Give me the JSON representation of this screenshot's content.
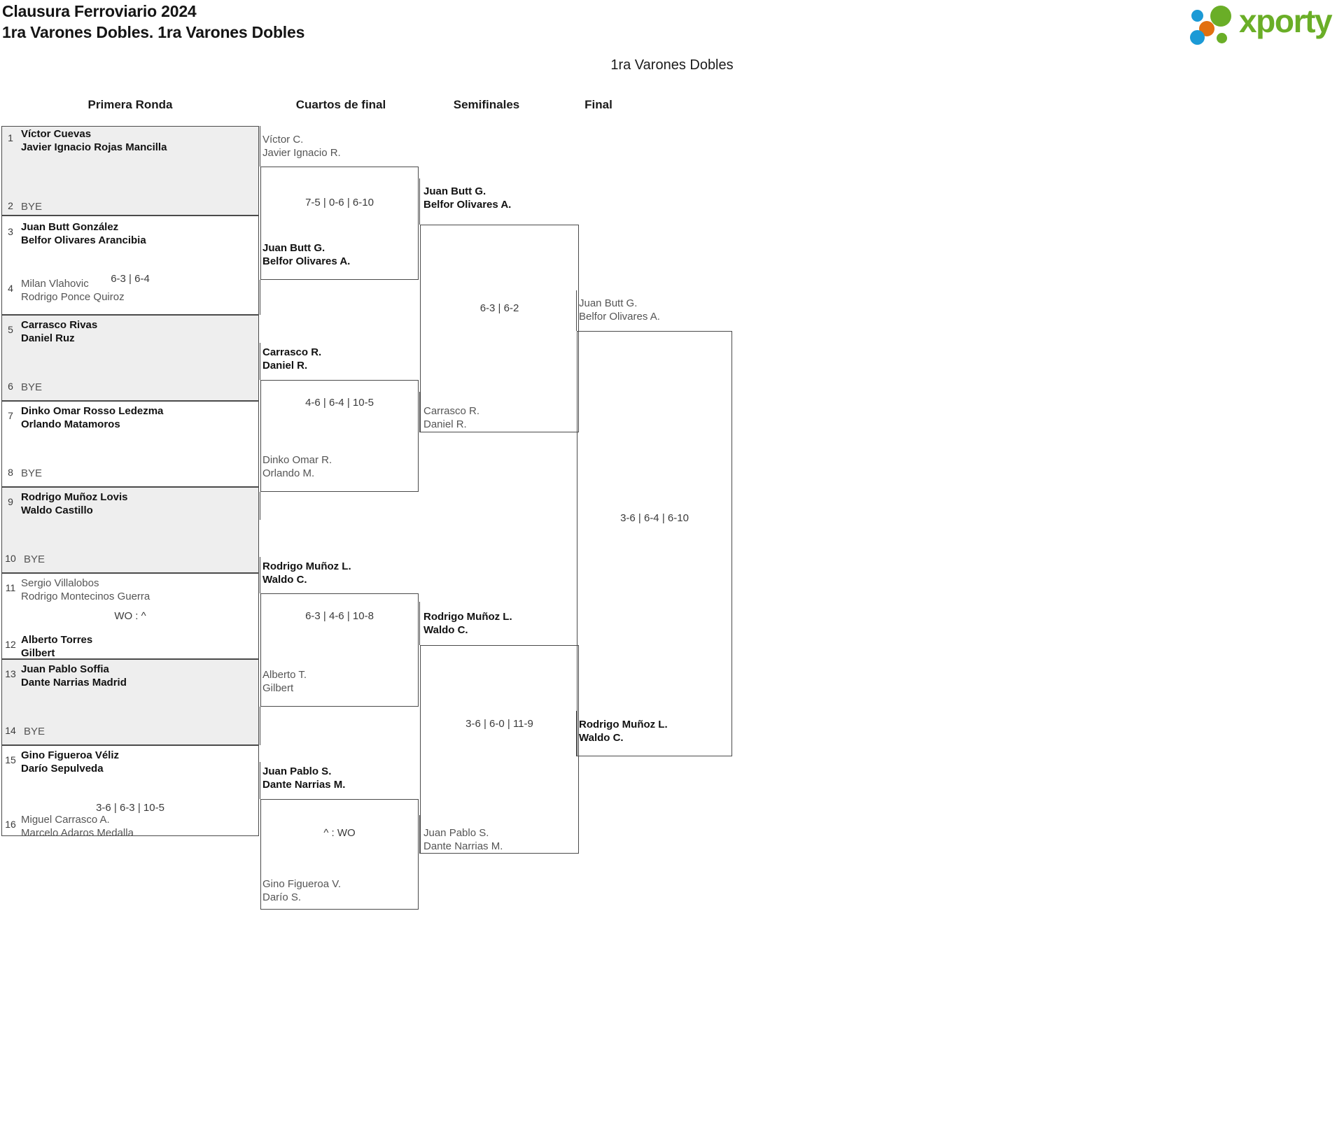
{
  "header": {
    "title": "Clausura Ferroviario 2024",
    "subtitle": "1ra Varones Dobles. 1ra Varones Dobles",
    "center_title": "1ra Varones Dobles",
    "logo_text": "xporty",
    "logo_colors": {
      "green": "#6aae27",
      "blue": "#1b9ad6",
      "orange": "#e2700f"
    }
  },
  "rounds": [
    {
      "label": "Primera Ronda"
    },
    {
      "label": "Cuartos de final"
    },
    {
      "label": "Semifinales"
    },
    {
      "label": "Final"
    }
  ],
  "round1": {
    "entries": [
      {
        "seed": "1",
        "p1": "Víctor Cuevas",
        "p2": "Javier Ignacio Rojas Mancilla",
        "state": "win"
      },
      {
        "seed": "2",
        "p1": "BYE",
        "p2": "",
        "state": "bye"
      },
      {
        "seed": "3",
        "p1": "Juan Butt González",
        "p2": "Belfor Olivares Arancibia",
        "state": "win"
      },
      {
        "seed": "4",
        "p1": "Milan Vlahovic",
        "p2": "Rodrigo Ponce Quiroz",
        "state": "lose"
      },
      {
        "seed": "5",
        "p1": "Carrasco Rivas",
        "p2": "Daniel Ruz",
        "state": "win"
      },
      {
        "seed": "6",
        "p1": "BYE",
        "p2": "",
        "state": "bye"
      },
      {
        "seed": "7",
        "p1": "Dinko Omar Rosso Ledezma",
        "p2": "Orlando Matamoros",
        "state": "win"
      },
      {
        "seed": "8",
        "p1": "BYE",
        "p2": "",
        "state": "bye"
      },
      {
        "seed": "9",
        "p1": "Rodrigo Muñoz Lovis",
        "p2": "Waldo Castillo",
        "state": "win"
      },
      {
        "seed": "10",
        "p1": "BYE",
        "p2": "",
        "state": "bye"
      },
      {
        "seed": "11",
        "p1": "Sergio Villalobos",
        "p2": "Rodrigo Montecinos Guerra",
        "state": "lose"
      },
      {
        "seed": "12",
        "p1": "Alberto Torres",
        "p2": "Gilbert",
        "state": "win"
      },
      {
        "seed": "13",
        "p1": "Juan Pablo Soffia",
        "p2": "Dante Narrias Madrid",
        "state": "win"
      },
      {
        "seed": "14",
        "p1": "BYE",
        "p2": "",
        "state": "bye"
      },
      {
        "seed": "15",
        "p1": "Gino Figueroa Véliz",
        "p2": "Darío Sepulveda",
        "state": "win"
      },
      {
        "seed": "16",
        "p1": "Miguel Carrasco A.",
        "p2": "Marcelo Adaros Medalla",
        "state": "lose"
      }
    ],
    "scores": [
      "",
      "6-3 | 6-4",
      "",
      "",
      "WO : ^",
      "",
      "3-6 | 6-3 | 10-5",
      ""
    ]
  },
  "round2": {
    "matches": [
      {
        "top": {
          "p1": "Víctor C.",
          "p2": "Javier Ignacio R.",
          "state": "lose"
        },
        "bottom": {
          "p1": "Juan Butt G.",
          "p2": "Belfor Olivares A.",
          "state": "win"
        },
        "score": "7-5 | 0-6 | 6-10"
      },
      {
        "top": {
          "p1": "Carrasco R.",
          "p2": "Daniel R.",
          "state": "win"
        },
        "bottom": {
          "p1": "Dinko Omar R.",
          "p2": "Orlando M.",
          "state": "lose"
        },
        "score": "4-6 | 6-4 | 10-5"
      },
      {
        "top": {
          "p1": "Rodrigo Muñoz L.",
          "p2": "Waldo C.",
          "state": "win"
        },
        "bottom": {
          "p1": "Alberto T.",
          "p2": "Gilbert",
          "state": "lose"
        },
        "score": "6-3 | 4-6 | 10-8"
      },
      {
        "top": {
          "p1": "Juan Pablo S.",
          "p2": "Dante Narrias M.",
          "state": "win"
        },
        "bottom": {
          "p1": "Gino Figueroa V.",
          "p2": "Darío S.",
          "state": "lose"
        },
        "score": "^ : WO"
      }
    ]
  },
  "round3": {
    "matches": [
      {
        "top": {
          "p1": "Juan Butt G.",
          "p2": "Belfor Olivares A.",
          "state": "win"
        },
        "bottom": {
          "p1": "Carrasco R.",
          "p2": "Daniel R.",
          "state": "lose"
        },
        "score": "6-3 | 6-2"
      },
      {
        "top": {
          "p1": "Rodrigo Muñoz L.",
          "p2": "Waldo C.",
          "state": "win"
        },
        "bottom": {
          "p1": "Juan Pablo S.",
          "p2": "Dante Narrias M.",
          "state": "lose"
        },
        "score": "3-6 | 6-0 | 11-9"
      }
    ]
  },
  "round4": {
    "match": {
      "top": {
        "p1": "Juan Butt G.",
        "p2": "Belfor Olivares A.",
        "state": "lose"
      },
      "bottom": {
        "p1": "Rodrigo Muñoz L.",
        "p2": "Waldo C.",
        "state": "win"
      },
      "score": "3-6 | 6-4 | 6-10"
    }
  }
}
